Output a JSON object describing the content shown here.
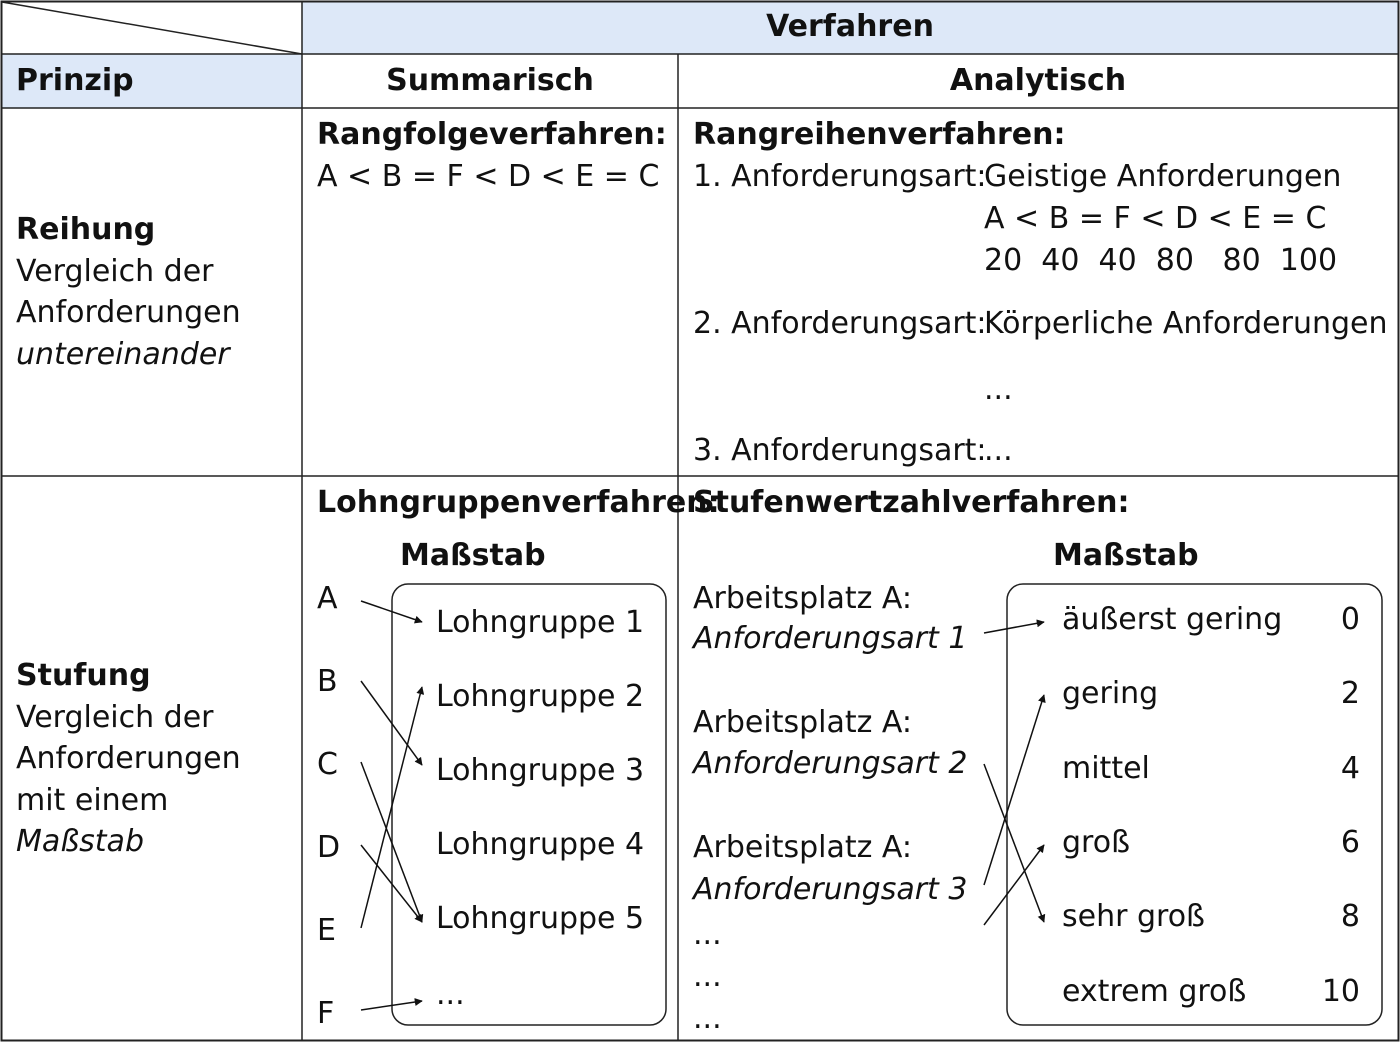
{
  "colors": {
    "header_fill": "#dde8f8",
    "grid": "#222222",
    "box": "#222222",
    "arrow": "#111111"
  },
  "header": {
    "verfahren": "Verfahren",
    "prinzip": "Prinzip",
    "summarisch": "Summarisch",
    "analytisch": "Analytisch"
  },
  "reihung": {
    "title": "Reihung",
    "desc_lines": [
      "Vergleich der",
      "Anforderungen"
    ],
    "desc_emph": "untereinander",
    "summarisch": {
      "title": "Rangfolgeverfahren:",
      "order": "A < B = F < D < E = C"
    },
    "analytisch": {
      "title": "Rangreihenverfahren:",
      "art1_label": "1. Anforderungsart:",
      "art1_value": "Geistige Anforderungen",
      "art1_order": "A < B = F < D < E = C",
      "art1_scores": "20  40  40  80   80  100",
      "art2_label": "2. Anforderungsart:",
      "art2_value": "Körperliche Anforderungen",
      "art2_more": "...",
      "art3_label": "3. Anforderungsart:",
      "art3_value": "..."
    }
  },
  "stufung": {
    "title": "Stufung",
    "desc_lines": [
      "Vergleich der",
      "Anforderungen",
      "mit einem"
    ],
    "desc_emph": "Maßstab",
    "summarisch": {
      "title": "Lohngruppenverfahren:",
      "scale_label": "Maßstab",
      "jobs": [
        "A",
        "B",
        "C",
        "D",
        "E",
        "F"
      ],
      "groups": [
        "Lohngruppe 1",
        "Lohngruppe 2",
        "Lohngruppe 3",
        "Lohngruppe 4",
        "Lohngruppe 5",
        "..."
      ],
      "mapping": [
        {
          "from": "A",
          "to": "Lohngruppe 1"
        },
        {
          "from": "B",
          "to": "Lohngruppe 3"
        },
        {
          "from": "C",
          "to": "Lohngruppe 5"
        },
        {
          "from": "D",
          "to": "Lohngruppe 5"
        },
        {
          "from": "E",
          "to": "Lohngruppe 2"
        },
        {
          "from": "F",
          "to": "..."
        }
      ]
    },
    "analytisch": {
      "title": "Stufenwertzahlverfahren:",
      "scale_label": "Maßstab",
      "workplaces": [
        {
          "label": "Arbeitsplatz A:",
          "art": "Anforderungsart 1"
        },
        {
          "label": "Arbeitsplatz A:",
          "art": "Anforderungsart 2"
        },
        {
          "label": "Arbeitsplatz A:",
          "art": "Anforderungsart 3"
        }
      ],
      "more": [
        "...",
        "...",
        "..."
      ],
      "levels": [
        {
          "label": "äußerst gering",
          "value": "0"
        },
        {
          "label": "gering",
          "value": "2"
        },
        {
          "label": "mittel",
          "value": "4"
        },
        {
          "label": "groß",
          "value": "6"
        },
        {
          "label": "sehr groß",
          "value": "8"
        },
        {
          "label": "extrem groß",
          "value": "10"
        }
      ],
      "mapping": [
        {
          "from": "Anforderungsart 1",
          "to": "äußerst gering"
        },
        {
          "from": "Anforderungsart 2",
          "to": "sehr groß"
        },
        {
          "from": "Anforderungsart 3",
          "to": "gering"
        },
        {
          "from": "Anforderungsart 3",
          "to": "groß"
        }
      ]
    }
  }
}
